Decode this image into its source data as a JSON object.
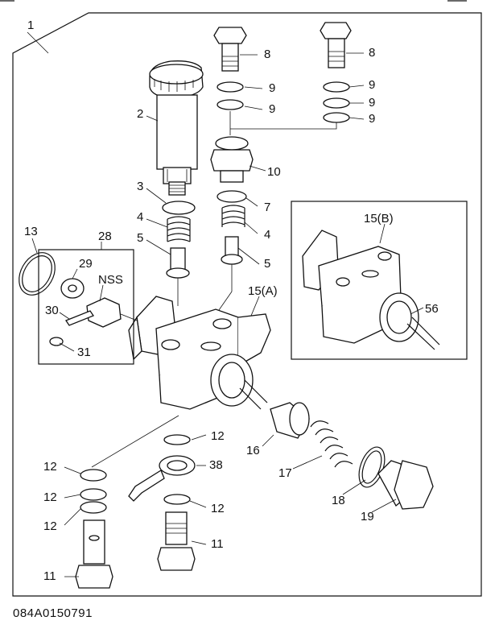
{
  "diagram": {
    "document_code": "084A0150791",
    "callouts": {
      "c1": "1",
      "c2": "2",
      "c3": "3",
      "c4a": "4",
      "c4b": "4",
      "c5a": "5",
      "c5b": "5",
      "c7": "7",
      "c8a": "8",
      "c8b": "8",
      "c9a": "9",
      "c9b": "9",
      "c9c": "9",
      "c9d": "9",
      "c9e": "9",
      "c10": "10",
      "c11a": "11",
      "c11b": "11",
      "c12a": "12",
      "c12b": "12",
      "c12c": "12",
      "c12d": "12",
      "c12e": "12",
      "c13": "13",
      "c15a": "15(A)",
      "c15b": "15(B)",
      "c16": "16",
      "c17": "17",
      "c18": "18",
      "c19": "19",
      "c28": "28",
      "c29": "29",
      "c30": "30",
      "c31": "31",
      "c38": "38",
      "c56": "56",
      "nss": "NSS"
    }
  }
}
